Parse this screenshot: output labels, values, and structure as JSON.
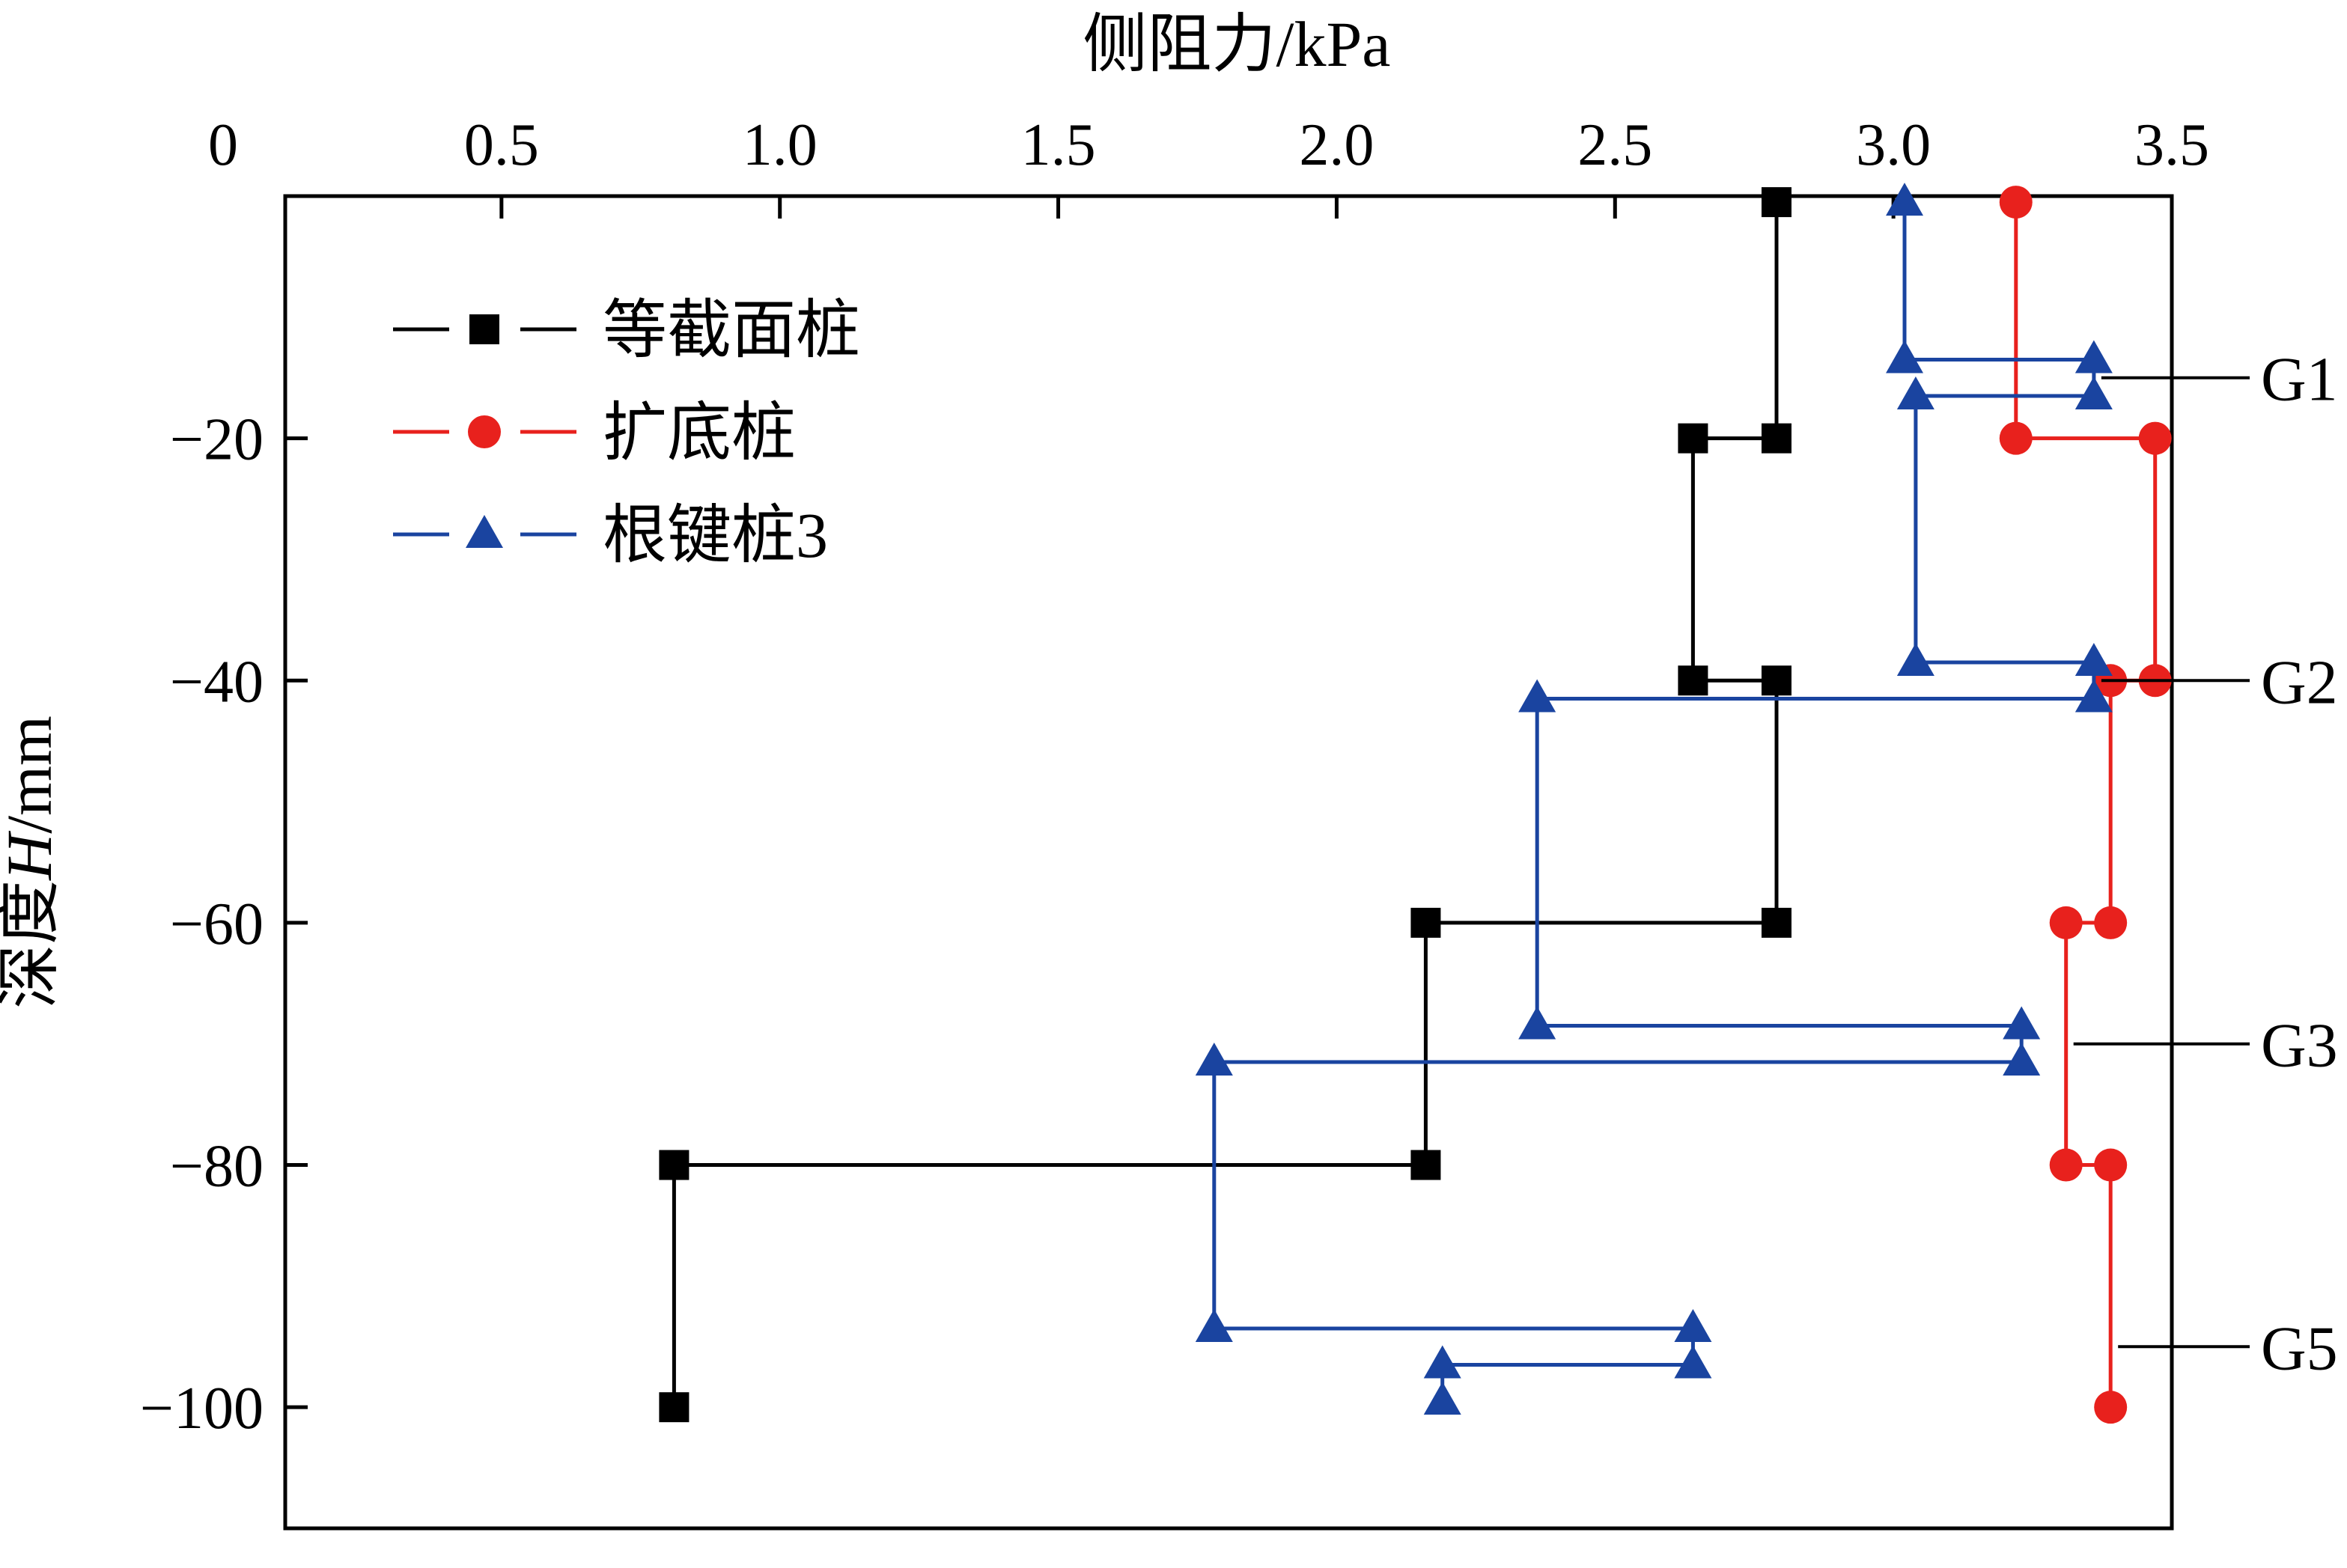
{
  "chart_data": {
    "type": "line",
    "xlabel": "侧阻力/kPa",
    "ylabel_prefix": "深度",
    "ylabel_var": "H",
    "ylabel_unit": "/mm",
    "xlim": [
      0,
      3.5
    ],
    "ylim": [
      -110,
      0
    ],
    "x_axis_position": "top",
    "x_ticks": [
      0,
      0.5,
      1.0,
      1.5,
      2.0,
      2.5,
      3.0,
      3.5
    ],
    "x_tick_labels": [
      "0",
      "0.5",
      "1.0",
      "1.5",
      "2.0",
      "2.5",
      "3.0",
      "3.5"
    ],
    "y_ticks": [
      -20,
      -40,
      -60,
      -80,
      -100
    ],
    "y_tick_labels": [
      "−20",
      "−40",
      "−60",
      "−80",
      "−100"
    ],
    "grid": false,
    "legend_position": "top-left",
    "series": [
      {
        "name": "等截面桩",
        "color": "#000000",
        "marker": "square",
        "points": [
          [
            2.79,
            -0.5
          ],
          [
            2.79,
            -20
          ],
          [
            2.64,
            -20
          ],
          [
            2.64,
            -40
          ],
          [
            2.79,
            -40
          ],
          [
            2.79,
            -60
          ],
          [
            2.16,
            -60
          ],
          [
            2.16,
            -80
          ],
          [
            0.81,
            -80
          ],
          [
            0.81,
            -100
          ]
        ]
      },
      {
        "name": "扩底桩",
        "color": "#e8211d",
        "marker": "circle",
        "points": [
          [
            3.22,
            -0.5
          ],
          [
            3.22,
            -20
          ],
          [
            3.47,
            -20
          ],
          [
            3.47,
            -40
          ],
          [
            3.39,
            -40
          ],
          [
            3.39,
            -60
          ],
          [
            3.31,
            -60
          ],
          [
            3.31,
            -80
          ],
          [
            3.39,
            -80
          ],
          [
            3.39,
            -100
          ]
        ]
      },
      {
        "name": "根键桩3",
        "color": "#1a44a0",
        "marker": "triangle",
        "points": [
          [
            3.02,
            -0.5
          ],
          [
            3.02,
            -13.5
          ],
          [
            3.36,
            -13.5
          ],
          [
            3.36,
            -16.5
          ],
          [
            3.04,
            -16.5
          ],
          [
            3.04,
            -38.5
          ],
          [
            3.36,
            -38.5
          ],
          [
            3.36,
            -41.5
          ],
          [
            2.36,
            -41.5
          ],
          [
            2.36,
            -68.5
          ],
          [
            3.23,
            -68.5
          ],
          [
            3.23,
            -71.5
          ],
          [
            1.78,
            -71.5
          ],
          [
            1.78,
            -93.5
          ],
          [
            2.64,
            -93.5
          ],
          [
            2.64,
            -96.5
          ],
          [
            2.19,
            -96.5
          ],
          [
            2.19,
            -99.5
          ]
        ]
      }
    ],
    "annotations": [
      {
        "label": "G1",
        "x": 3.36,
        "y": -15
      },
      {
        "label": "G2",
        "x": 3.36,
        "y": -40
      },
      {
        "label": "G3",
        "x": 3.31,
        "y": -70
      },
      {
        "label": "G5",
        "x": 3.39,
        "y": -95
      }
    ]
  }
}
